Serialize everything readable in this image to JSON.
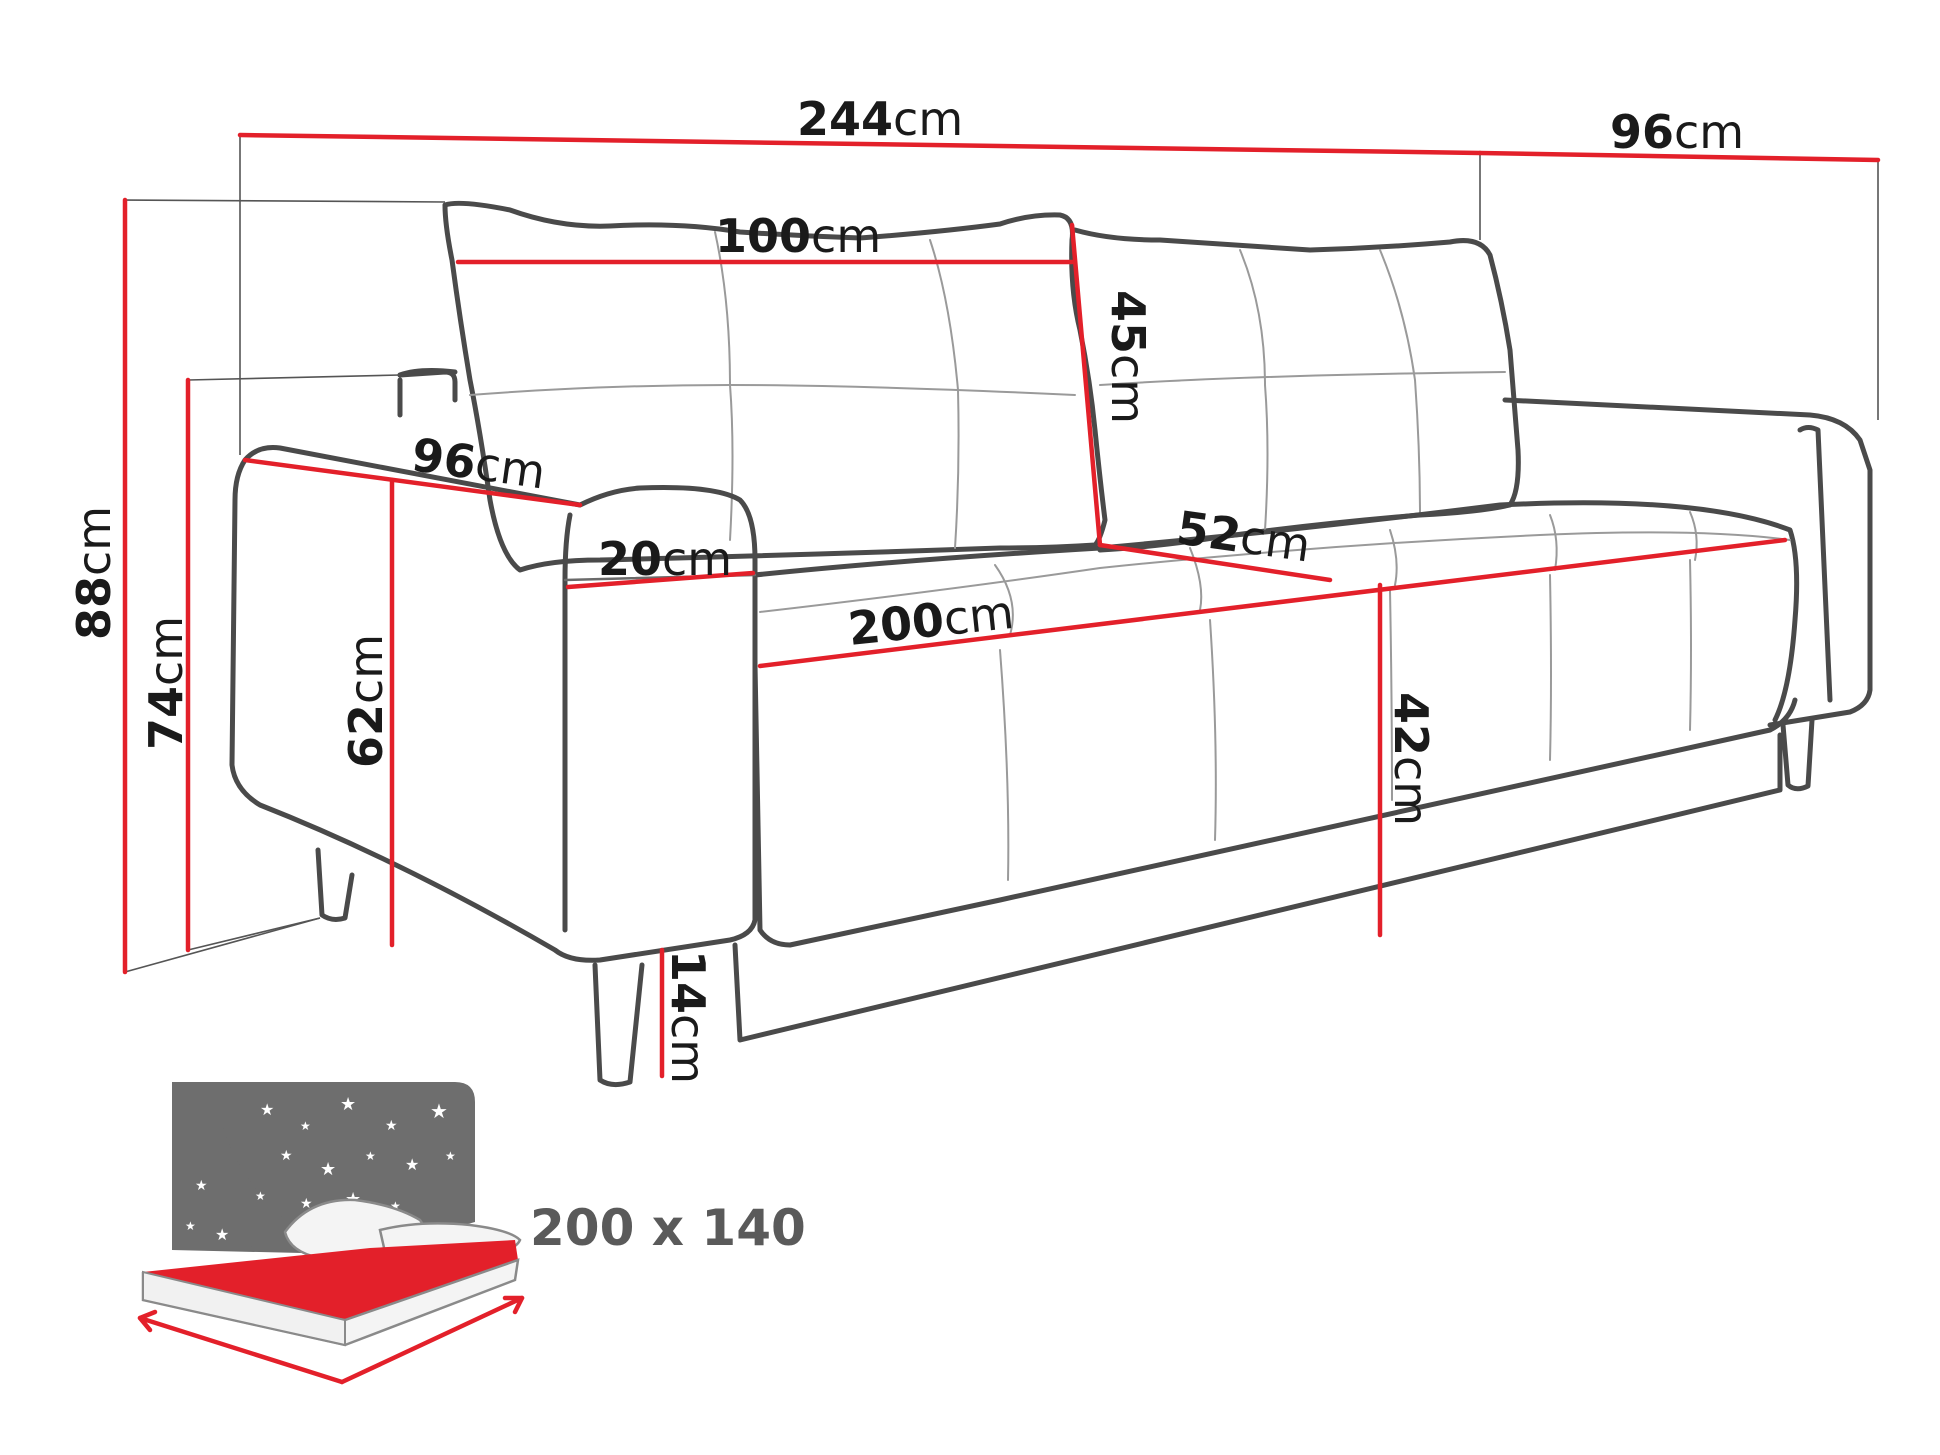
{
  "dimensions": {
    "total_width": {
      "value": "244",
      "unit": "cm"
    },
    "depth_top": {
      "value": "96",
      "unit": "cm"
    },
    "cushion_width": {
      "value": "100",
      "unit": "cm"
    },
    "cushion_height": {
      "value": "45",
      "unit": "cm"
    },
    "armrest_depth": {
      "value": "96",
      "unit": "cm"
    },
    "armrest_width": {
      "value": "20",
      "unit": "cm"
    },
    "seat_depth": {
      "value": "52",
      "unit": "cm"
    },
    "seat_width": {
      "value": "200",
      "unit": "cm"
    },
    "total_height": {
      "value": "88",
      "unit": "cm"
    },
    "back_height": {
      "value": "74",
      "unit": "cm"
    },
    "armrest_height": {
      "value": "62",
      "unit": "cm"
    },
    "seat_height": {
      "value": "42",
      "unit": "cm"
    },
    "leg_height": {
      "value": "14",
      "unit": "cm"
    }
  },
  "sleeping_area": {
    "label": "200 x 140"
  },
  "colors": {
    "dimension_line": "#e3202a",
    "outline": "#4a4a4a",
    "mattress": "#e3202a",
    "night_panel": "#6e6e6e"
  },
  "icons": [
    "sofa-drawing",
    "bed-night-icon",
    "star-icon",
    "pillow-icon"
  ]
}
